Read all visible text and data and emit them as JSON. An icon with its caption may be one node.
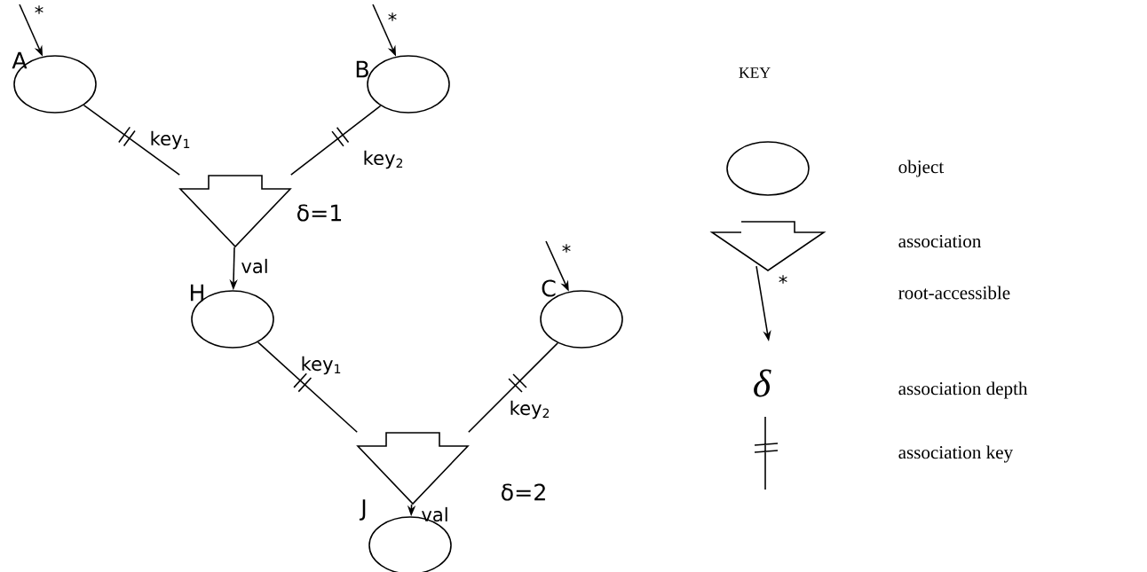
{
  "diagram": {
    "nodes": [
      {
        "text": [],
        "shape": "ellipse",
        "beside": [
          "A"
        ]
      },
      {
        "text": [],
        "shape": "ellipse",
        "beside": [
          "B"
        ]
      },
      {
        "text": [],
        "shape": "arrow",
        "beside": [
          "δ=1"
        ]
      },
      {
        "text": [],
        "shape": "ellipse",
        "beside": [
          "H"
        ]
      },
      {
        "text": [],
        "shape": "ellipse",
        "beside": [
          "C"
        ]
      },
      {
        "text": [],
        "shape": "arrow",
        "beside": [
          "δ=2"
        ]
      },
      {
        "text": [],
        "shape": "ellipse",
        "beside": [
          "J"
        ]
      }
    ],
    "edges": [
      {
        "from": null,
        "to": 0,
        "arrow": "to",
        "label": "*"
      },
      {
        "from": null,
        "to": 1,
        "arrow": "to",
        "label": "*"
      },
      {
        "from": 0,
        "to": 2,
        "arrow": "none",
        "label": "key$_{1}$"
      },
      {
        "from": 1,
        "to": 2,
        "arrow": "none",
        "label": "key$_{2}$"
      },
      {
        "from": 2,
        "to": 3,
        "arrow": "to",
        "label": "val"
      },
      {
        "from": null,
        "to": 4,
        "arrow": "to",
        "label": "*"
      },
      {
        "from": 3,
        "to": 5,
        "arrow": "none",
        "label": "key$_{1}$"
      },
      {
        "from": 4,
        "to": 5,
        "arrow": "none",
        "label": "key$_{2}$"
      },
      {
        "from": 5,
        "to": 6,
        "arrow": "to",
        "label": "val"
      }
    ],
    "labels": [
      "KEY",
      "*",
      "δ"
    ],
    "legend": [
      {
        "text": "object"
      },
      {
        "text": "association"
      },
      {
        "text": "root-accessible"
      },
      {
        "text": "association depth"
      },
      {
        "text": "association key"
      }
    ]
  }
}
